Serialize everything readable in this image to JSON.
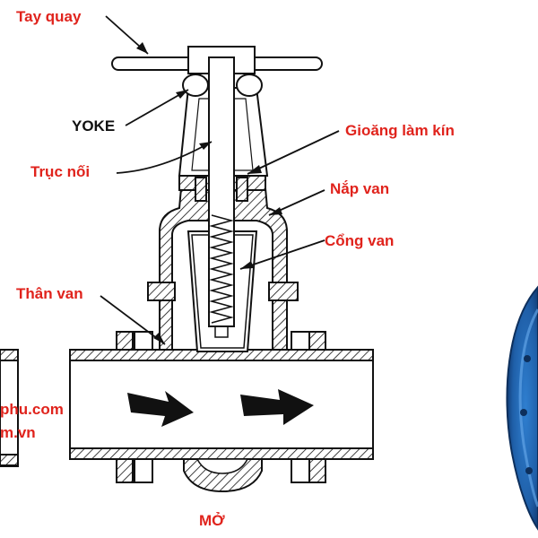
{
  "labels": {
    "handwheel": "Tay quay",
    "yoke": "YOKE",
    "stem": "Trục nối",
    "packing": "Gioăng làm kín",
    "bonnet": "Nắp van",
    "gate": "Cổng van",
    "body": "Thân van",
    "state": "MỞ"
  },
  "watermark": {
    "line1": "phu.com",
    "line2": "m.vn"
  },
  "colors": {
    "label_red": "#e0231c",
    "label_black": "#111111",
    "valve_blue": "#1f5fa8"
  }
}
